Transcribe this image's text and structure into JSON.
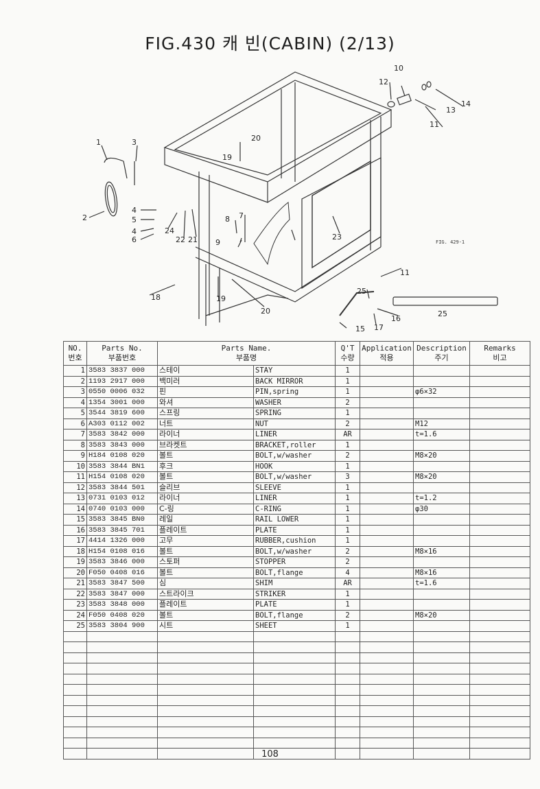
{
  "title": "FIG.430 캐  빈(CABIN) (2/13)",
  "figure": {
    "callouts": [
      "1",
      "2",
      "3",
      "4",
      "5",
      "4",
      "6",
      "7",
      "8",
      "9",
      "10",
      "11",
      "12",
      "13",
      "14",
      "11",
      "15",
      "16",
      "17",
      "18",
      "19",
      "20",
      "19",
      "20",
      "21",
      "22",
      "23",
      "24",
      "25",
      "25"
    ],
    "reference": "FIG. 429-1"
  },
  "table": {
    "headers": {
      "no": "NO.",
      "no_ko": "번호",
      "parts_no": "Parts No.",
      "parts_no_ko": "부품번호",
      "name": "Parts Name.",
      "name_ko": "부품명",
      "qty": "Q'T",
      "qty_ko": "수량",
      "app": "Application",
      "app_ko": "적용",
      "desc": "Description",
      "desc_ko": "주기",
      "remarks": "Remarks",
      "remarks_ko": "비고"
    },
    "rows": [
      {
        "no": "1",
        "pn": "3583 3837 000",
        "ko": "스테이",
        "en": "STAY",
        "qty": "1",
        "app": "",
        "desc": "",
        "rem": ""
      },
      {
        "no": "2",
        "pn": "1193 2917 000",
        "ko": "백미러",
        "en": "BACK MIRROR",
        "qty": "1",
        "app": "",
        "desc": "",
        "rem": ""
      },
      {
        "no": "3",
        "pn": "0550 0006 032",
        "ko": "핀",
        "en": "PIN,spring",
        "qty": "1",
        "app": "",
        "desc": "φ6×32",
        "rem": ""
      },
      {
        "no": "4",
        "pn": "1354 3001 000",
        "ko": "와셔",
        "en": "WASHER",
        "qty": "2",
        "app": "",
        "desc": "",
        "rem": ""
      },
      {
        "no": "5",
        "pn": "3544 3819 600",
        "ko": "스프링",
        "en": "SPRING",
        "qty": "1",
        "app": "",
        "desc": "",
        "rem": ""
      },
      {
        "no": "6",
        "pn": "A303 0112 002",
        "ko": "너트",
        "en": "NUT",
        "qty": "2",
        "app": "",
        "desc": "M12",
        "rem": ""
      },
      {
        "no": "7",
        "pn": "3583 3842 000",
        "ko": "라이너",
        "en": "LINER",
        "qty": "AR",
        "app": "",
        "desc": "t=1.6",
        "rem": ""
      },
      {
        "no": "8",
        "pn": "3583 3843 000",
        "ko": "브라켓트",
        "en": "BRACKET,roller",
        "qty": "1",
        "app": "",
        "desc": "",
        "rem": ""
      },
      {
        "no": "9",
        "pn": "H184 0108 020",
        "ko": "볼트",
        "en": "BOLT,w/washer",
        "qty": "2",
        "app": "",
        "desc": "M8×20",
        "rem": ""
      },
      {
        "no": "10",
        "pn": "3583 3844 BN1",
        "ko": "후크",
        "en": "HOOK",
        "qty": "1",
        "app": "",
        "desc": "",
        "rem": ""
      },
      {
        "no": "11",
        "pn": "H154 0108 020",
        "ko": "볼트",
        "en": "BOLT,w/washer",
        "qty": "3",
        "app": "",
        "desc": "M8×20",
        "rem": ""
      },
      {
        "no": "12",
        "pn": "3583 3844 501",
        "ko": "슬리브",
        "en": "SLEEVE",
        "qty": "1",
        "app": "",
        "desc": "",
        "rem": ""
      },
      {
        "no": "13",
        "pn": "0731 0103 012",
        "ko": "라이너",
        "en": "LINER",
        "qty": "1",
        "app": "",
        "desc": "t=1.2",
        "rem": ""
      },
      {
        "no": "14",
        "pn": "0740 0103 000",
        "ko": "C-링",
        "en": "C-RING",
        "qty": "1",
        "app": "",
        "desc": "φ30",
        "rem": ""
      },
      {
        "no": "15",
        "pn": "3583 3845 BN0",
        "ko": "레일",
        "en": "RAIL LOWER",
        "qty": "1",
        "app": "",
        "desc": "",
        "rem": ""
      },
      {
        "no": "16",
        "pn": "3583 3845 701",
        "ko": "플레이트",
        "en": "PLATE",
        "qty": "1",
        "app": "",
        "desc": "",
        "rem": ""
      },
      {
        "no": "17",
        "pn": "4414 1326 000",
        "ko": "고무",
        "en": "RUBBER,cushion",
        "qty": "1",
        "app": "",
        "desc": "",
        "rem": ""
      },
      {
        "no": "18",
        "pn": "H154 0108 016",
        "ko": "볼트",
        "en": "BOLT,w/washer",
        "qty": "2",
        "app": "",
        "desc": "M8×16",
        "rem": ""
      },
      {
        "no": "19",
        "pn": "3583 3846 000",
        "ko": "스토퍼",
        "en": "STOPPER",
        "qty": "2",
        "app": "",
        "desc": "",
        "rem": ""
      },
      {
        "no": "20",
        "pn": "F050 0408 016",
        "ko": "볼트",
        "en": "BOLT,flange",
        "qty": "4",
        "app": "",
        "desc": "M8×16",
        "rem": ""
      },
      {
        "no": "21",
        "pn": "3583 3847 500",
        "ko": "심",
        "en": "SHIM",
        "qty": "AR",
        "app": "",
        "desc": "t=1.6",
        "rem": ""
      },
      {
        "no": "22",
        "pn": "3583 3847 000",
        "ko": "스트라이크",
        "en": "STRIKER",
        "qty": "1",
        "app": "",
        "desc": "",
        "rem": ""
      },
      {
        "no": "23",
        "pn": "3583 3848 000",
        "ko": "플레이트",
        "en": "PLATE",
        "qty": "1",
        "app": "",
        "desc": "",
        "rem": ""
      },
      {
        "no": "24",
        "pn": "F050 0408 020",
        "ko": "볼트",
        "en": "BOLT,flange",
        "qty": "2",
        "app": "",
        "desc": "M8×20",
        "rem": ""
      },
      {
        "no": "25",
        "pn": "3583 3804 900",
        "ko": "시트",
        "en": "SHEET",
        "qty": "1",
        "app": "",
        "desc": "",
        "rem": ""
      }
    ],
    "empty_rows": 12
  },
  "page_number": "108"
}
